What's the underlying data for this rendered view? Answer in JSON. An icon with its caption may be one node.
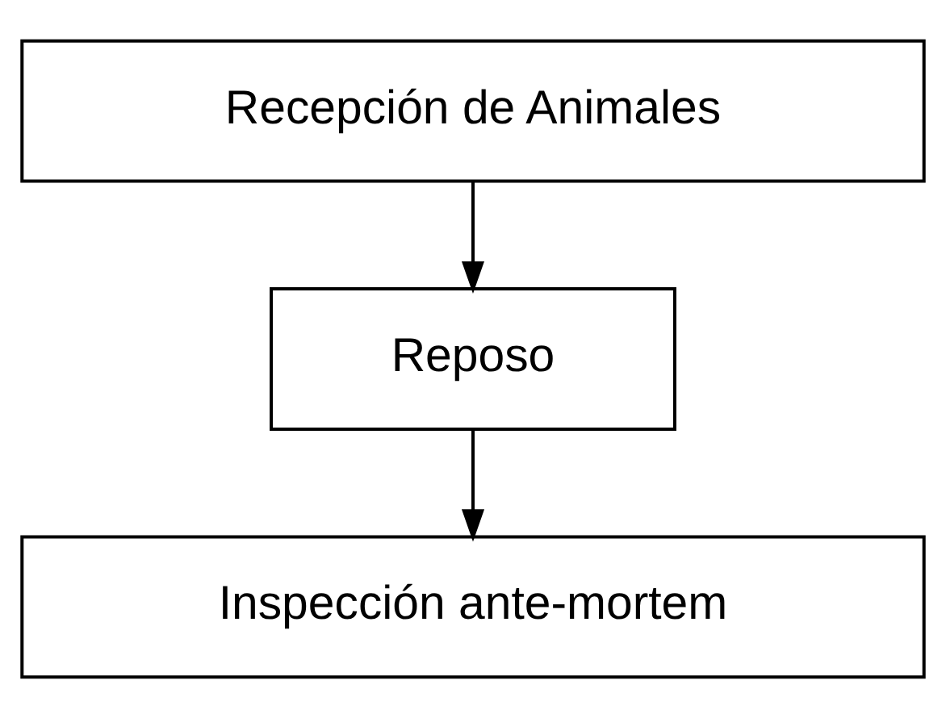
{
  "diagram": {
    "nodes": [
      {
        "text": [
          "Recepción de Animales"
        ]
      },
      {
        "text": [
          "Reposo"
        ]
      },
      {
        "text": [
          "Inspección ante-mortem"
        ]
      }
    ],
    "edges": [
      {
        "from": 0,
        "to": 1,
        "arrow": "to"
      },
      {
        "from": 1,
        "to": 2,
        "arrow": "to"
      }
    ]
  }
}
